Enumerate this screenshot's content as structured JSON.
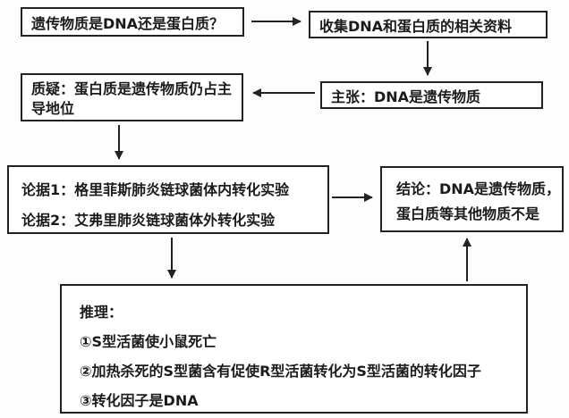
{
  "flowchart": {
    "question": "遗传物质是DNA还是蛋白质？",
    "collect": "收集DNA和蛋白质的相关资料",
    "claim": "主张：DNA是遗传物质",
    "doubt": "质疑：蛋白质是遗传物质仍占主导地位",
    "evidence": {
      "line1": "论据1：格里菲斯肺炎链球菌体内转化实验",
      "line2": "论据2：艾弗里肺炎链球菌体外转化实验"
    },
    "conclusion": {
      "line1": "结论：DNA是遗传物质，",
      "line2": "蛋白质等其他物质不是"
    },
    "reasoning": {
      "title": "推理：",
      "item1": "①S型活菌使小鼠死亡",
      "item2": "②加热杀死的S型菌含有促使R型活菌转化为S型活菌的转化因子",
      "item3": "③转化因子是DNA"
    }
  },
  "colors": {
    "background": "#fdfdfd",
    "box_background": "#ffffff",
    "border": "#222222",
    "text": "#1b1b1b",
    "arrow": "#222222"
  }
}
